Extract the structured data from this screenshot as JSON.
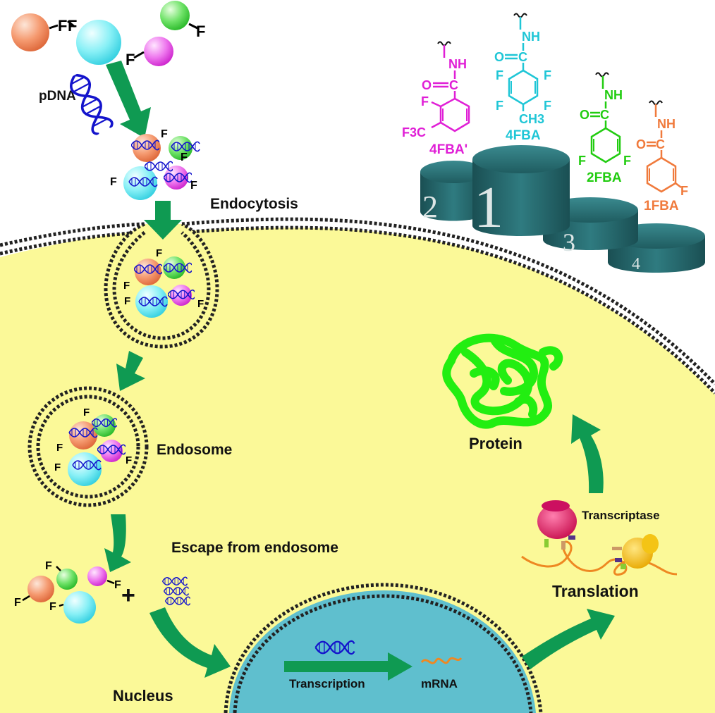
{
  "labels": {
    "pdna": "pDNA",
    "endocytosis": "Endocytosis",
    "endosome": "Endosome",
    "escape": "Escape from endosome",
    "nucleus": "Nucleus",
    "transcription": "Transcription",
    "mrna": "mRNA",
    "translation": "Translation",
    "transcriptase": "Transcriptase",
    "protein": "Protein",
    "plus": "+",
    "fluorine": "F"
  },
  "podium": {
    "ranks": [
      "1",
      "2",
      "3",
      "4"
    ]
  },
  "compounds": [
    {
      "name": "4FBA'",
      "color": "#e01fd6",
      "atoms": {
        "nh": "NH",
        "c": "C",
        "o": "O",
        "f": "F",
        "cf3": "F3C"
      }
    },
    {
      "name": "4FBA",
      "color": "#1fc6d6",
      "atoms": {
        "nh": "NH",
        "c": "C",
        "o": "O",
        "f": "F",
        "ch3": "CH3"
      }
    },
    {
      "name": "2FBA",
      "color": "#22cc11",
      "atoms": {
        "nh": "NH",
        "c": "C",
        "o": "O",
        "f": "F"
      }
    },
    {
      "name": "1FBA",
      "color": "#f07a3c",
      "atoms": {
        "nh": "NH",
        "c": "C",
        "o": "O",
        "f": "F"
      }
    }
  ],
  "colors": {
    "cytoplasm": "#fbf998",
    "nucleus": "#5fbfce",
    "arrow": "#0f9a52",
    "podium": "#2a6e73",
    "protein": "#22ee11",
    "dna": "#1414cc",
    "mrna": "#ee8822",
    "ribosome_large": "#ee1a6a",
    "ribosome_small": "#f4c415"
  },
  "icons": [
    "orange-particle-icon",
    "cyan-particle-icon",
    "green-particle-icon",
    "magenta-particle-icon",
    "dna-helix-icon",
    "ribosome-icon",
    "protein-coil-icon"
  ]
}
